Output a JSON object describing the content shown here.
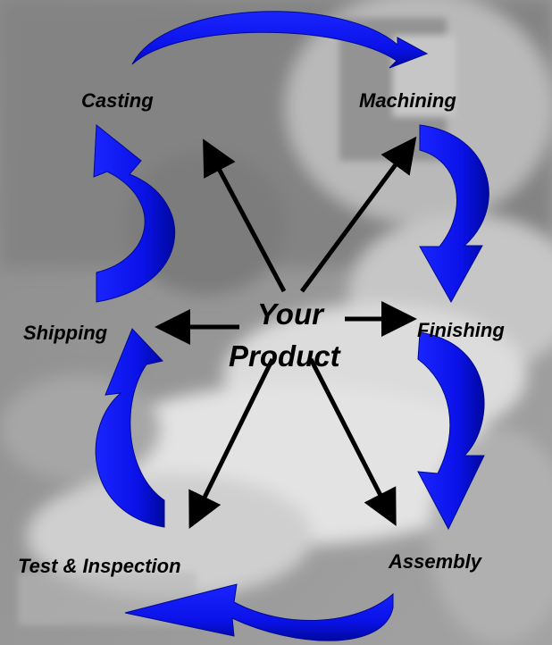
{
  "center": {
    "line1": "Your",
    "line2": "Product"
  },
  "stages": {
    "casting": "Casting",
    "machining": "Machining",
    "finishing": "Finishing",
    "assembly": "Assembly",
    "test_inspection": "Test & Inspection",
    "shipping": "Shipping"
  },
  "colors": {
    "cycle_arrow_fill": "#0a12e8",
    "cycle_arrow_dark": "#0008a0",
    "spoke_arrow": "#000000",
    "background": "#8e8e8e"
  }
}
